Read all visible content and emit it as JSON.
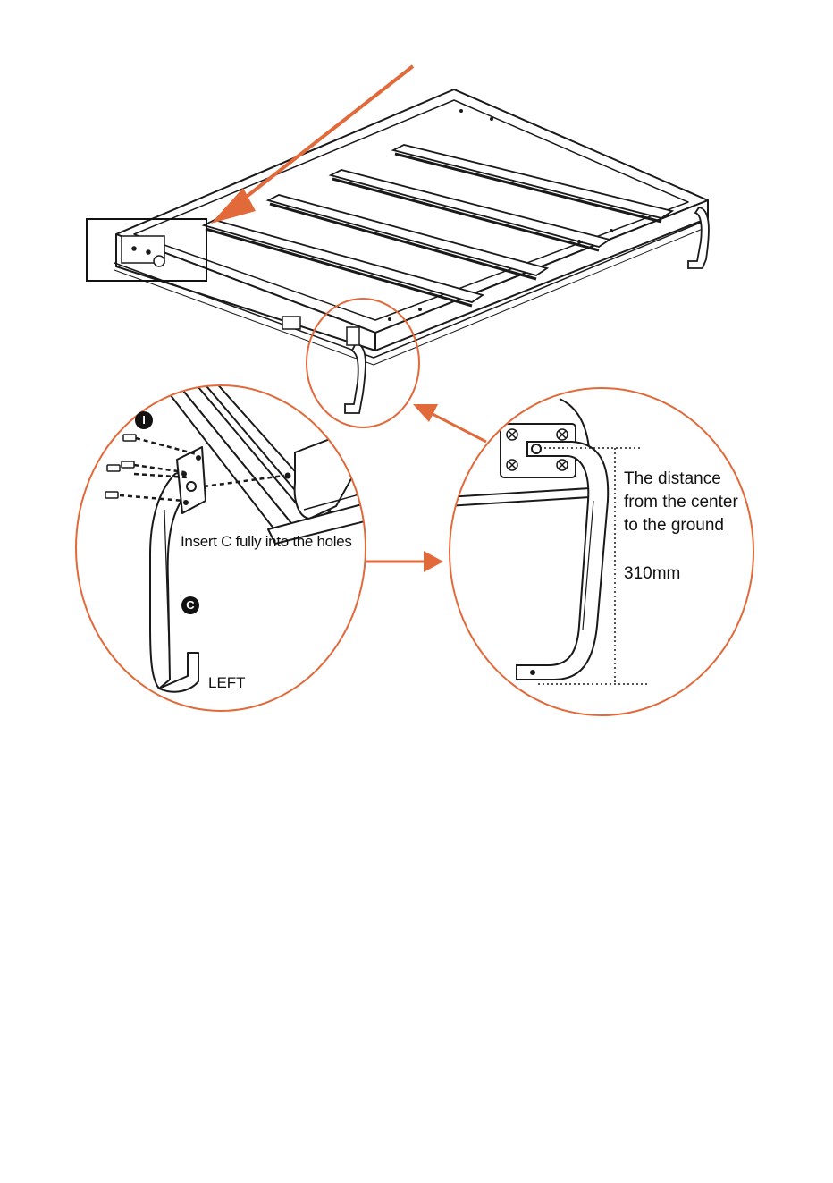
{
  "labels": {
    "part_i": "I",
    "part_c": "C",
    "insert_instruction": "Insert C fully into the holes",
    "side": "LEFT",
    "distance_line1": "The distance",
    "distance_line2": "from the center",
    "distance_line3": "to the ground",
    "distance_value": "310mm"
  },
  "colors": {
    "accent": "#e2693a",
    "line": "#1a1a1a"
  }
}
